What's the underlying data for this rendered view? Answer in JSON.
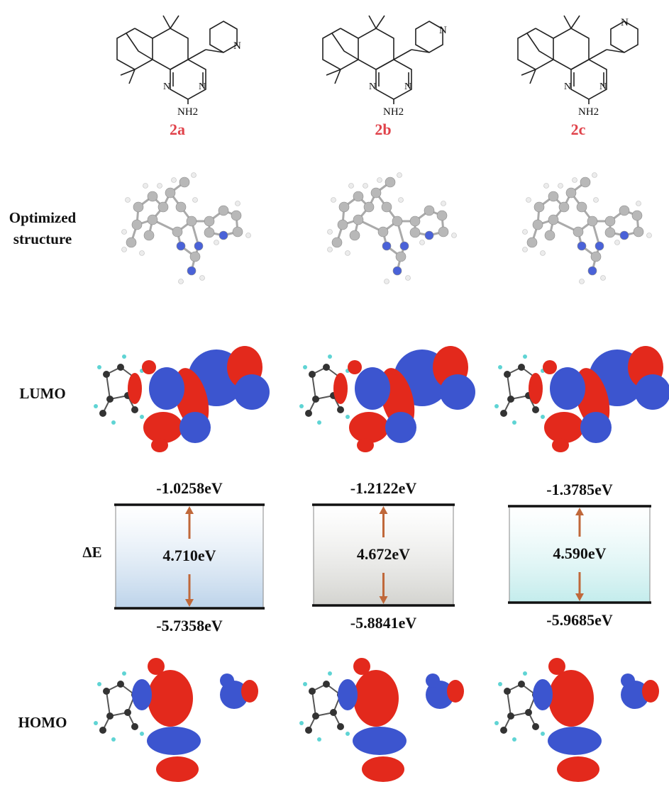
{
  "row_labels": {
    "optimized": [
      "Optimized",
      "structure"
    ],
    "lumo": "LUMO",
    "delta_e": "ΔE",
    "homo": "HOMO"
  },
  "nh2_label": "NH2",
  "n_atom_label": "N",
  "compounds": [
    {
      "id": "2a",
      "lumo_energy": "-1.0258eV",
      "gap": "4.710eV",
      "homo_energy": "-5.7358eV",
      "box_fill": "#bcd3ea",
      "pyridine_n_position": "2-pyridyl"
    },
    {
      "id": "2b",
      "lumo_energy": "-1.2122eV",
      "gap": "4.672eV",
      "homo_energy": "-5.8841eV",
      "box_fill": "#d3d3cf",
      "pyridine_n_position": "3-pyridyl"
    },
    {
      "id": "2c",
      "lumo_energy": "-1.3785eV",
      "gap": "4.590eV",
      "homo_energy": "-5.9685eV",
      "box_fill": "#c3ecec",
      "pyridine_n_position": "4-pyridyl"
    }
  ],
  "colors": {
    "compound_label": "#e0424a",
    "arrow": "#c0683a",
    "orbital_positive": "#e3291c",
    "orbital_negative": "#3c55cf",
    "atom_carbon": "#b8b8b8",
    "atom_nitrogen": "#4a62d8",
    "atom_hydrogen": "#ececec"
  }
}
